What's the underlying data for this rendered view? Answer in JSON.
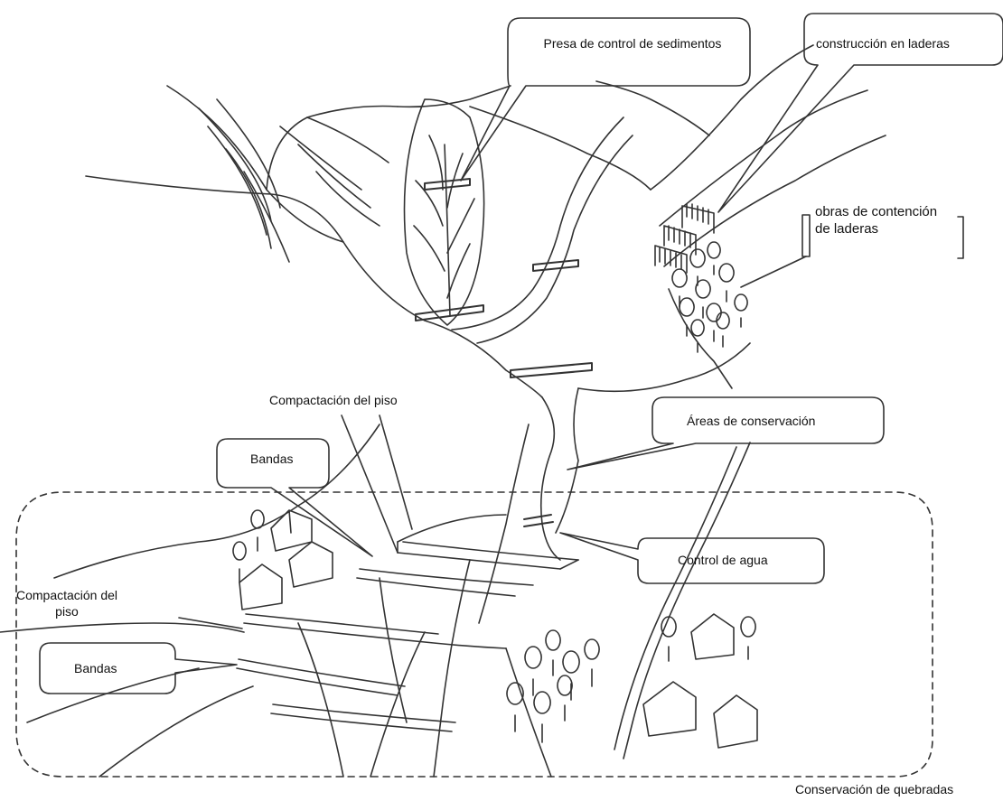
{
  "labels": {
    "presa": "Presa de control de sedimentos",
    "construccion": "construcción en laderas",
    "obras": "obras de contención de laderas",
    "areas": "Áreas de conservación",
    "compactacion_top": "Compactación del piso",
    "bandas_top": "Bandas",
    "control_agua": "Control de agua",
    "compactacion_left": "Compactación del piso",
    "bandas_left": "Bandas",
    "conservacion": "Conservación de quebradas"
  },
  "colors": {
    "ink": "#333333",
    "text": "#111111",
    "background": "#ffffff"
  }
}
